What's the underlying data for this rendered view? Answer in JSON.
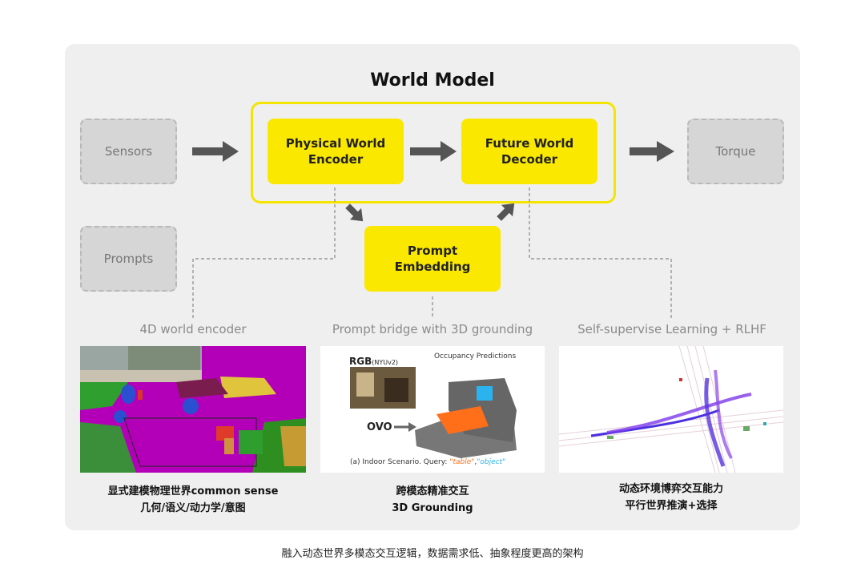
{
  "title": "World Model",
  "nodes": {
    "sensors": "Sensors",
    "prompts": "Prompts",
    "torque": "Torque",
    "encoder": [
      "Physical World",
      "Encoder"
    ],
    "decoder": [
      "Future World",
      "Decoder"
    ],
    "prompt_embedding": [
      "Prompt",
      "Embedding"
    ]
  },
  "captions": {
    "left": "4D world encoder",
    "middle": "Prompt bridge with 3D grounding",
    "right": "Self-supervise Learning + RLHF"
  },
  "middle_image": {
    "heading": "Occupancy Predictions",
    "rgb_label": "RGB",
    "rgb_sub": "(NYUv2)",
    "ovo_label": "OVO",
    "scenario_label": "(a) Indoor Scenario. Query: ",
    "query_table": "\"table\"",
    "query_sep": ",",
    "query_object": "\"object\""
  },
  "bottom": {
    "left": [
      "显式建模物理世界common sense",
      "几何/语义/动力学/意图"
    ],
    "middle": [
      "跨模态精准交互",
      "3D Grounding"
    ],
    "right": [
      "动态环境博弈交互能力",
      "平行世界推演+选择"
    ]
  },
  "footer": "融入动态世界多模态交互逻辑，数据需求低、抽象程度更高的架构",
  "colors": {
    "accent_yellow": "#fbe800",
    "gray_box": "#d6d6d6",
    "arrow": "#555555",
    "panel": "#efefef"
  }
}
